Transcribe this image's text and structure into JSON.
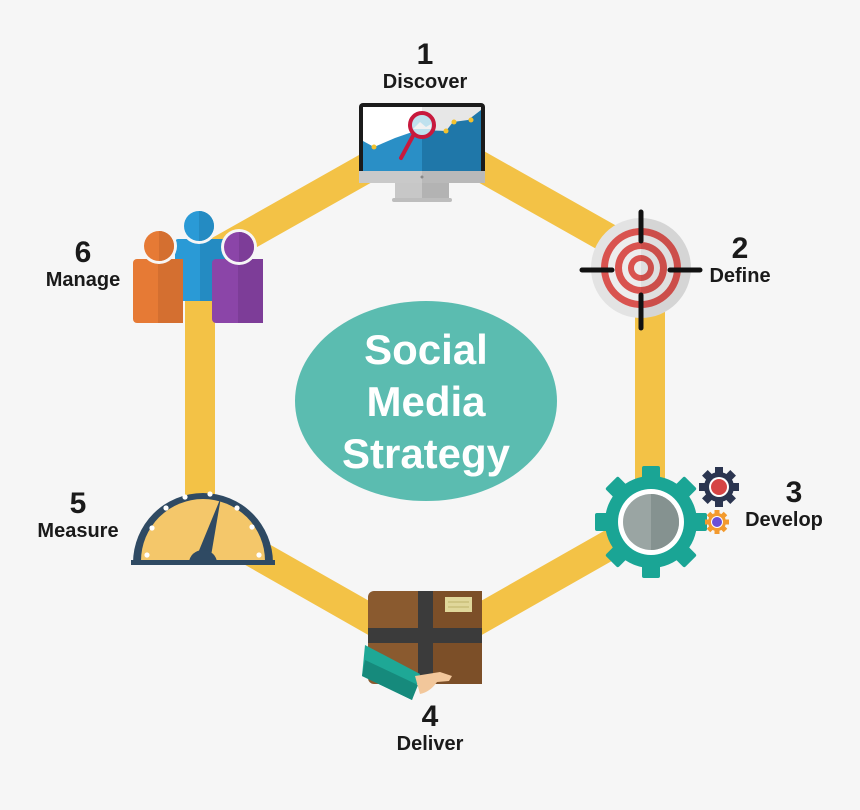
{
  "title": {
    "lines": [
      "Social",
      "Media",
      "Strategy"
    ]
  },
  "steps": [
    {
      "number": "1",
      "label": "Discover",
      "icon": "monitor-magnifier-icon"
    },
    {
      "number": "2",
      "label": "Define",
      "icon": "target-icon"
    },
    {
      "number": "3",
      "label": "Develop",
      "icon": "gears-icon"
    },
    {
      "number": "4",
      "label": "Deliver",
      "icon": "package-hand-icon"
    },
    {
      "number": "5",
      "label": "Measure",
      "icon": "gauge-icon"
    },
    {
      "number": "6",
      "label": "Manage",
      "icon": "team-people-icon"
    }
  ],
  "colors": {
    "background": "#f6f6f6",
    "path": "#f3c246",
    "center_circle": "#5bbcb0",
    "text": "#1a1a1a"
  }
}
